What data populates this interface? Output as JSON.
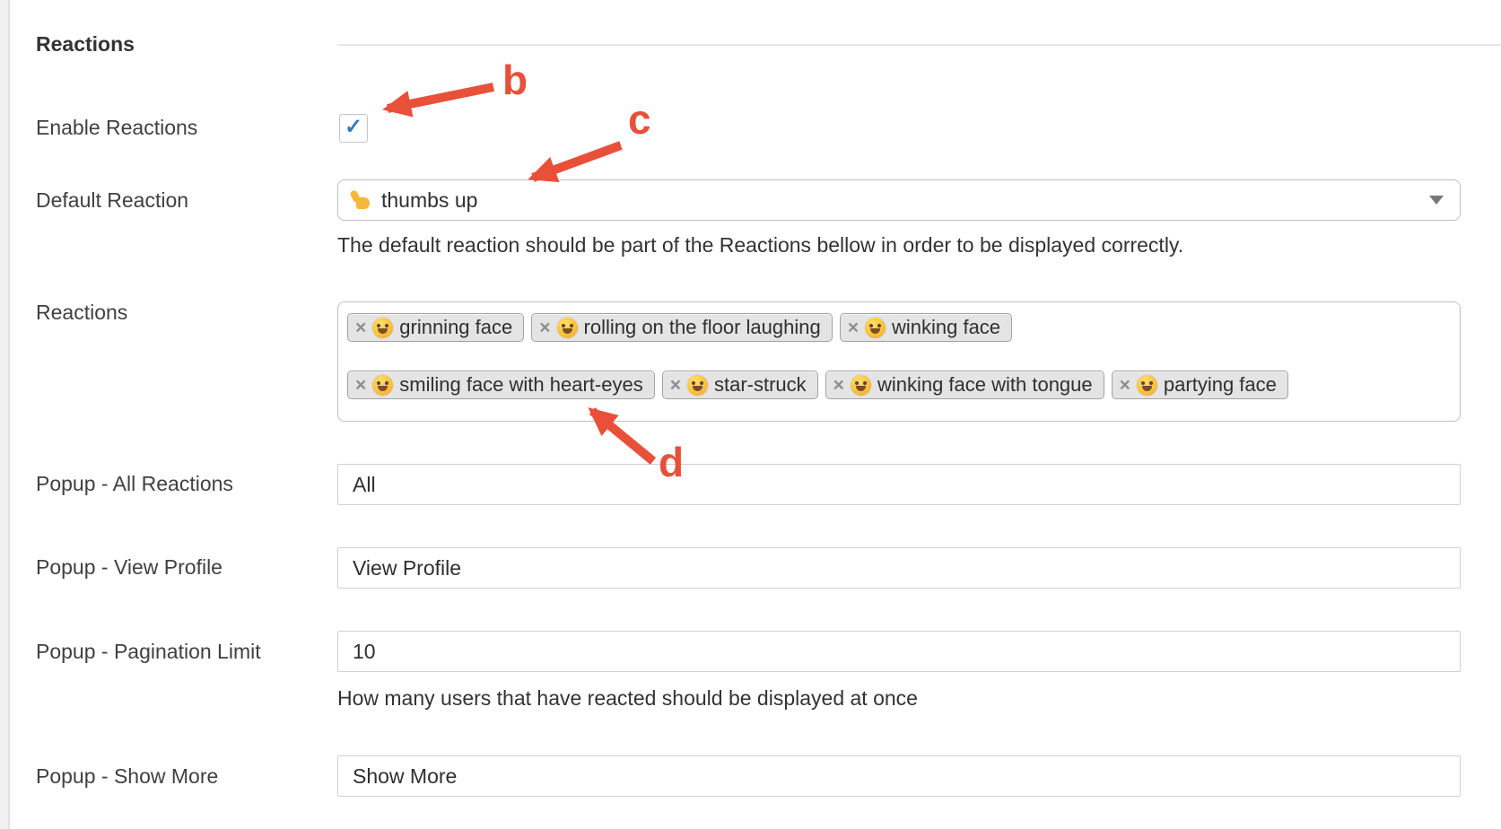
{
  "section": {
    "heading": "Reactions"
  },
  "fields": {
    "enable": {
      "label": "Enable Reactions",
      "checked": true,
      "check_glyph": "✓"
    },
    "default_reaction": {
      "label": "Default Reaction",
      "emoji": "👍",
      "value": "thumbs up",
      "help": "The default reaction should be part of the Reactions bellow in order to be displayed correctly."
    },
    "reactions": {
      "label": "Reactions",
      "remove_glyph": "×",
      "tags": [
        {
          "emoji": "😀",
          "label": "grinning face"
        },
        {
          "emoji": "🤣",
          "label": "rolling on the floor laughing"
        },
        {
          "emoji": "😉",
          "label": "winking face"
        },
        {
          "emoji": "😍",
          "label": "smiling face with heart-eyes"
        },
        {
          "emoji": "🤩",
          "label": "star-struck"
        },
        {
          "emoji": "😜",
          "label": "winking face with tongue"
        },
        {
          "emoji": "🥳",
          "label": "partying face"
        }
      ]
    },
    "popup_all": {
      "label": "Popup - All Reactions",
      "value": "All"
    },
    "popup_view_profile": {
      "label": "Popup - View Profile",
      "value": "View Profile"
    },
    "popup_pagination": {
      "label": "Popup - Pagination Limit",
      "value": "10",
      "help": "How many users that have reacted should be displayed at once"
    },
    "popup_show_more": {
      "label": "Popup - Show More",
      "value": "Show More"
    }
  },
  "annotations": {
    "accent_color": "#e8503a",
    "labels": [
      {
        "text": "b"
      },
      {
        "text": "c"
      },
      {
        "text": "d"
      }
    ]
  }
}
